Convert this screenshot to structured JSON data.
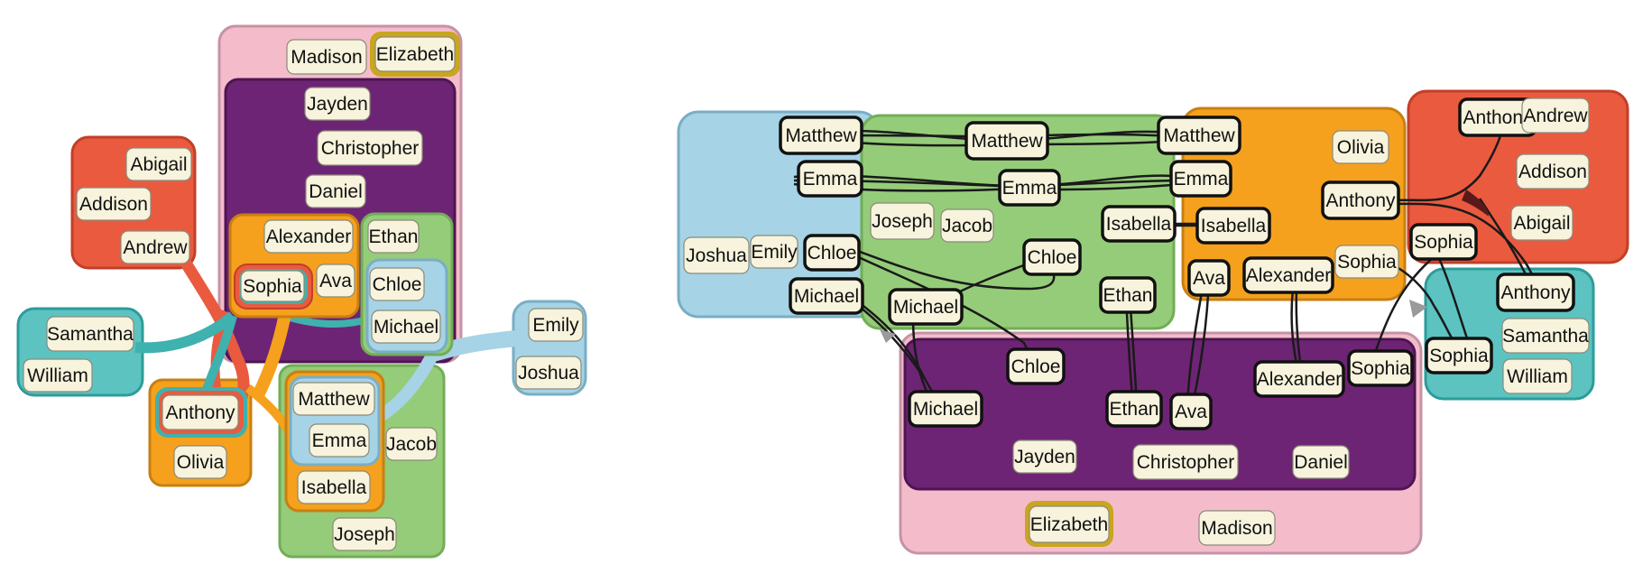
{
  "colors": {
    "pink": "#f4bccb",
    "purple": "#6e2474",
    "orange": "#f5a11d",
    "green": "#95cc79",
    "light_blue": "#a6d3e6",
    "red": "#ea5a3f",
    "teal": "#5cc3c1",
    "node_fill": "#f7f3dc",
    "gold": "#c9a520",
    "link": "#1a1a1a"
  },
  "left_diagram": {
    "nodes": [
      {
        "id": "madison",
        "label": "Madison"
      },
      {
        "id": "elizabeth",
        "label": "Elizabeth"
      },
      {
        "id": "jayden",
        "label": "Jayden"
      },
      {
        "id": "christopher",
        "label": "Christopher"
      },
      {
        "id": "daniel",
        "label": "Daniel"
      },
      {
        "id": "alexander",
        "label": "Alexander"
      },
      {
        "id": "ava",
        "label": "Ava"
      },
      {
        "id": "sophia",
        "label": "Sophia"
      },
      {
        "id": "ethan",
        "label": "Ethan"
      },
      {
        "id": "chloe",
        "label": "Chloe"
      },
      {
        "id": "michael",
        "label": "Michael"
      },
      {
        "id": "abigail",
        "label": "Abigail"
      },
      {
        "id": "addison",
        "label": "Addison"
      },
      {
        "id": "andrew",
        "label": "Andrew"
      },
      {
        "id": "samantha",
        "label": "Samantha"
      },
      {
        "id": "william",
        "label": "William"
      },
      {
        "id": "anthony",
        "label": "Anthony"
      },
      {
        "id": "olivia",
        "label": "Olivia"
      },
      {
        "id": "matthew",
        "label": "Matthew"
      },
      {
        "id": "emma",
        "label": "Emma"
      },
      {
        "id": "jacob",
        "label": "Jacob"
      },
      {
        "id": "isabella",
        "label": "Isabella"
      },
      {
        "id": "joseph",
        "label": "Joseph"
      },
      {
        "id": "emily",
        "label": "Emily"
      },
      {
        "id": "joshua",
        "label": "Joshua"
      }
    ]
  },
  "right_diagram": {
    "nodes": [
      {
        "id": "matthew-blue",
        "label": "Matthew"
      },
      {
        "id": "emma-blue",
        "label": "Emma"
      },
      {
        "id": "joshua",
        "label": "Joshua"
      },
      {
        "id": "emily",
        "label": "Emily"
      },
      {
        "id": "chloe-blue",
        "label": "Chloe"
      },
      {
        "id": "michael-blue",
        "label": "Michael"
      },
      {
        "id": "matthew-green",
        "label": "Matthew"
      },
      {
        "id": "emma-green",
        "label": "Emma"
      },
      {
        "id": "joseph",
        "label": "Joseph"
      },
      {
        "id": "jacob",
        "label": "Jacob"
      },
      {
        "id": "chloe-green",
        "label": "Chloe"
      },
      {
        "id": "michael-green",
        "label": "Michael"
      },
      {
        "id": "isabella-green",
        "label": "Isabella"
      },
      {
        "id": "ethan-green",
        "label": "Ethan"
      },
      {
        "id": "matthew-orange",
        "label": "Matthew"
      },
      {
        "id": "emma-orange",
        "label": "Emma"
      },
      {
        "id": "olivia",
        "label": "Olivia"
      },
      {
        "id": "isabella-orange",
        "label": "Isabella"
      },
      {
        "id": "ava-orange",
        "label": "Ava"
      },
      {
        "id": "alexander-orange",
        "label": "Alexander"
      },
      {
        "id": "sophia-orange",
        "label": "Sophia"
      },
      {
        "id": "anthony-orange",
        "label": "Anthony"
      },
      {
        "id": "anthony-red",
        "label": "Anthony"
      },
      {
        "id": "andrew",
        "label": "Andrew"
      },
      {
        "id": "addison",
        "label": "Addison"
      },
      {
        "id": "abigail",
        "label": "Abigail"
      },
      {
        "id": "sophia-red",
        "label": "Sophia"
      },
      {
        "id": "anthony-teal",
        "label": "Anthony"
      },
      {
        "id": "samantha",
        "label": "Samantha"
      },
      {
        "id": "sophia-teal",
        "label": "Sophia"
      },
      {
        "id": "william",
        "label": "William"
      },
      {
        "id": "chloe-purple",
        "label": "Chloe"
      },
      {
        "id": "michael-purple",
        "label": "Michael"
      },
      {
        "id": "ethan-purple",
        "label": "Ethan"
      },
      {
        "id": "ava-purple",
        "label": "Ava"
      },
      {
        "id": "alexander-purple",
        "label": "Alexander"
      },
      {
        "id": "sophia-purple",
        "label": "Sophia"
      },
      {
        "id": "jayden",
        "label": "Jayden"
      },
      {
        "id": "christopher",
        "label": "Christopher"
      },
      {
        "id": "daniel",
        "label": "Daniel"
      },
      {
        "id": "elizabeth",
        "label": "Elizabeth"
      },
      {
        "id": "madison",
        "label": "Madison"
      }
    ]
  }
}
